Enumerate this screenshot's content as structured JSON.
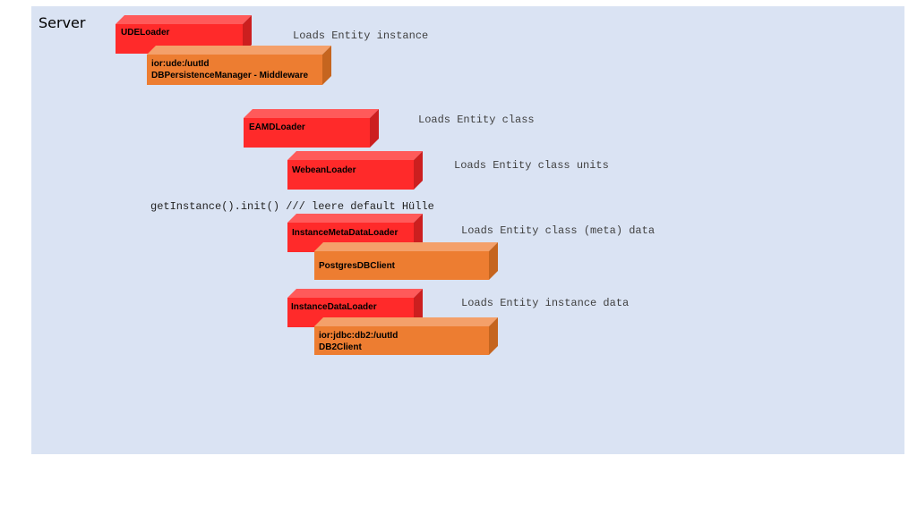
{
  "title": "Server",
  "colors": {
    "panel": "#dae3f3",
    "red_front": "#ff2a2a",
    "red_top": "#ff5a5a",
    "red_side": "#cc1f1f",
    "orange_front": "#ed7d31",
    "orange_top": "#f4a06a",
    "orange_side": "#c5651f"
  },
  "boxes": [
    {
      "id": "udeloader",
      "color": "red",
      "lines": [
        "UDELoader"
      ]
    },
    {
      "id": "ude-middleware",
      "color": "orange",
      "lines": [
        "ior:ude:/uutId",
        "DBPersistenceManager - Middleware"
      ]
    },
    {
      "id": "eamdloader",
      "color": "red",
      "lines": [
        "EAMDLoader"
      ]
    },
    {
      "id": "webeanloader",
      "color": "red",
      "lines": [
        "WebeanLoader"
      ]
    },
    {
      "id": "instancemetadataloader",
      "color": "red",
      "lines": [
        "InstanceMetaDataLoader"
      ]
    },
    {
      "id": "postgresdbclient",
      "color": "orange",
      "lines": [
        "PostgresDBClient"
      ]
    },
    {
      "id": "instancedataloader",
      "color": "red",
      "lines": [
        "InstanceDataLoader"
      ]
    },
    {
      "id": "db2client",
      "color": "orange",
      "lines": [
        "ior:jdbc:db2:/uutId",
        "DB2Client"
      ]
    }
  ],
  "notes": {
    "loads_entity_instance": "Loads Entity instance",
    "loads_entity_class": "Loads Entity class",
    "loads_entity_class_units": "Loads Entity class units",
    "getinstance": "getInstance().init() /// leere default Hülle",
    "loads_entity_class_meta": "Loads Entity class (meta) data",
    "loads_entity_instance_data": "Loads Entity instance data"
  }
}
